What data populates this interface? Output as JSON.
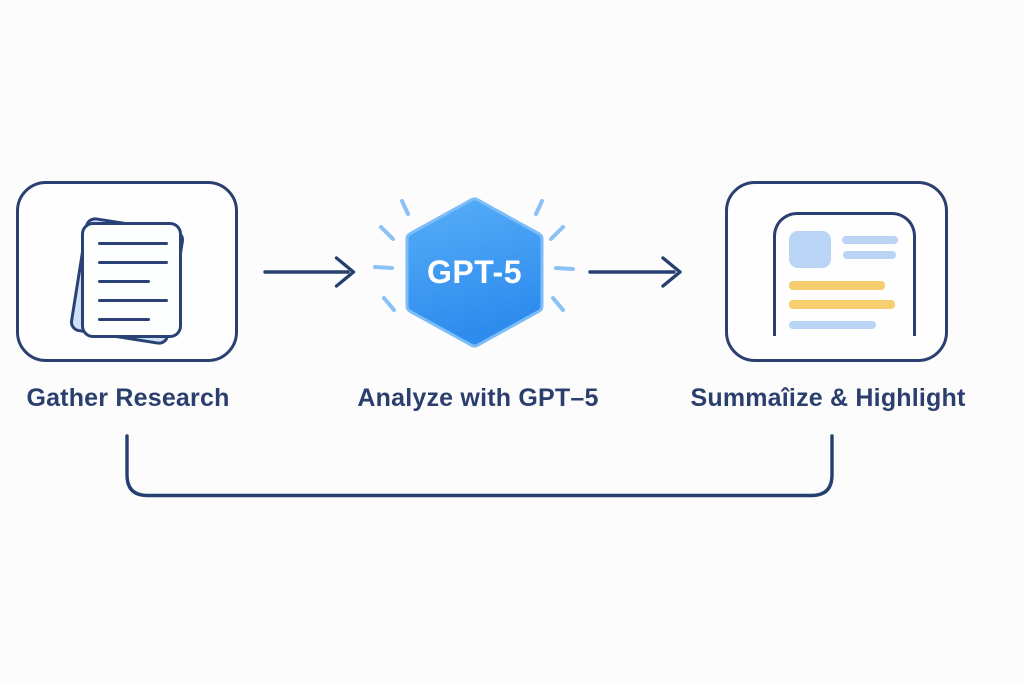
{
  "diagram": {
    "type": "flowchart",
    "background": "#fdfcfc",
    "colors": {
      "outline_navy": "#2b4070",
      "connector_navy": "#24406e",
      "text_navy": "#2b3f6e",
      "hex_blue_top": "#55acf7",
      "hex_blue_bottom": "#2e8cee",
      "hex_edge_light": "#7cbdf8",
      "ray_light_blue": "#8ac2f8",
      "paper_light_blue": "#cfe1f7",
      "bar_blue": "#b9d4f5",
      "bar_yellow": "#f6ce70"
    },
    "steps": [
      {
        "label": "Gather Research",
        "icon": "document-stack-icon"
      },
      {
        "label": "Analyze with GPT–5",
        "badge_text": "GPT-5",
        "icon": "gpt5-hexagon-badge"
      },
      {
        "label": "Summaîize & Highlight",
        "icon": "summary-document-icon"
      }
    ],
    "connectors": [
      "arrow-gather-to-analyze",
      "arrow-analyze-to-summarize",
      "feedback-loop-bottom"
    ]
  }
}
